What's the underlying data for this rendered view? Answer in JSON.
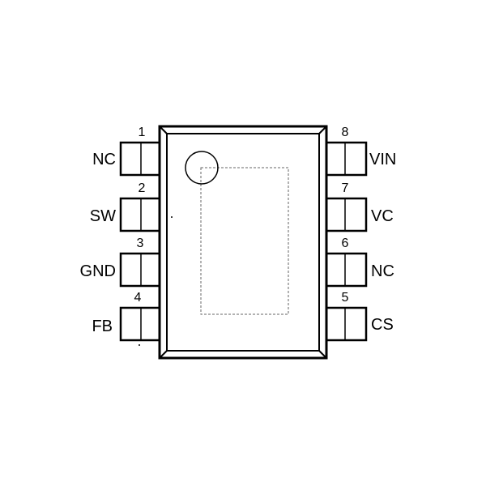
{
  "pins_left": [
    {
      "number": "1",
      "label": "NC"
    },
    {
      "number": "2",
      "label": "SW"
    },
    {
      "number": "3",
      "label": "GND"
    },
    {
      "number": "4",
      "label": "FB"
    }
  ],
  "pins_right": [
    {
      "number": "8",
      "label": "VIN"
    },
    {
      "number": "7",
      "label": "VC"
    },
    {
      "number": "6",
      "label": "NC"
    },
    {
      "number": "5",
      "label": "CS"
    }
  ],
  "colors": {
    "ink": "#000000",
    "background": "#ffffff",
    "pad_outline": "#666666"
  }
}
